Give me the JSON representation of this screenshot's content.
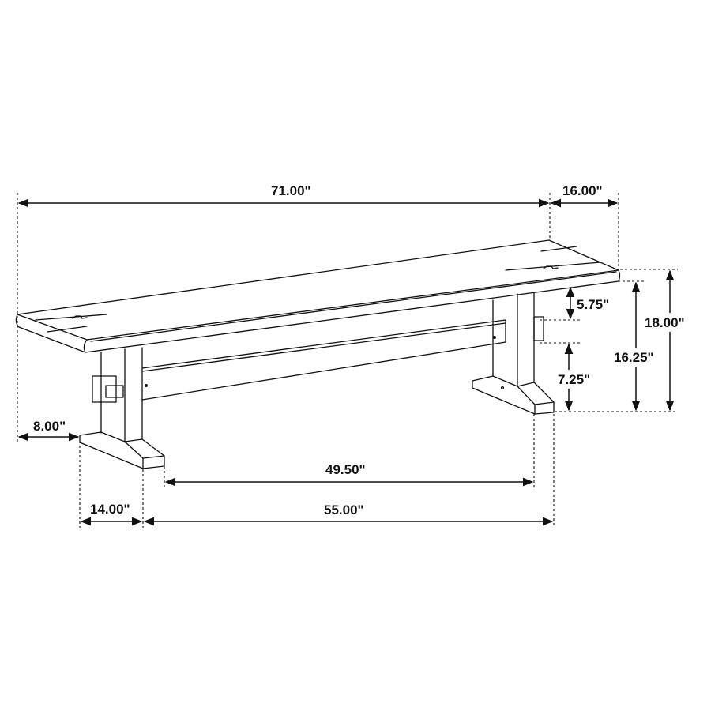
{
  "diagram": {
    "subject": "Bench dimension drawing",
    "colors": {
      "line": "#111111",
      "background": "#ffffff"
    },
    "dimensions": {
      "overall_length": "71.00\"",
      "depth": "16.00\"",
      "overall_height": "18.00\"",
      "seat_underside_height": "16.25\"",
      "apron_to_stretcher": "5.75\"",
      "stretcher_height_from_floor": "7.25\"",
      "seat_overhang": "8.00\"",
      "foot_length": "14.00\"",
      "between_legs_inner": "49.50\"",
      "leg_span": "55.00\""
    }
  }
}
